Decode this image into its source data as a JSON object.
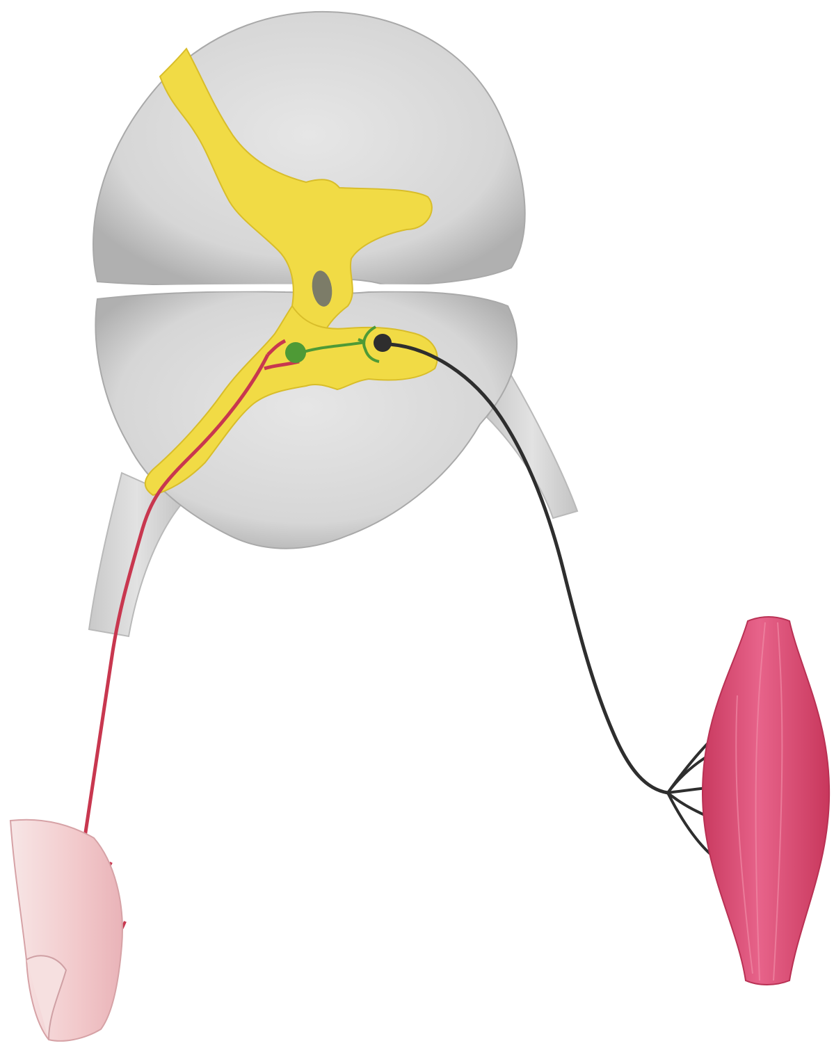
{
  "diagram": {
    "type": "reflex-arc-illustration",
    "labels": [],
    "colors": {
      "background": "#ffffff",
      "white_matter": "#dcdcdc",
      "white_matter_shade": "#b5b5b5",
      "gray_matter": "#f1db45",
      "central_canal": "#7c7c68",
      "sensory_neuron": "#c8374f",
      "interneuron": "#4e9a36",
      "motor_neuron": "#2e2e2e",
      "muscle": "#d9496f",
      "skin": "#f3cfcf"
    },
    "components": [
      {
        "id": "spinal-cord",
        "icon": "spinal-cord-cross-section"
      },
      {
        "id": "sensory-neuron",
        "icon": "sensory-neuron-path"
      },
      {
        "id": "interneuron",
        "icon": "interneuron-path"
      },
      {
        "id": "motor-neuron",
        "icon": "motor-neuron-path"
      },
      {
        "id": "skeletal-muscle",
        "icon": "muscle-effector"
      },
      {
        "id": "skin-receptor",
        "icon": "skin-receptor-tissue"
      }
    ]
  }
}
